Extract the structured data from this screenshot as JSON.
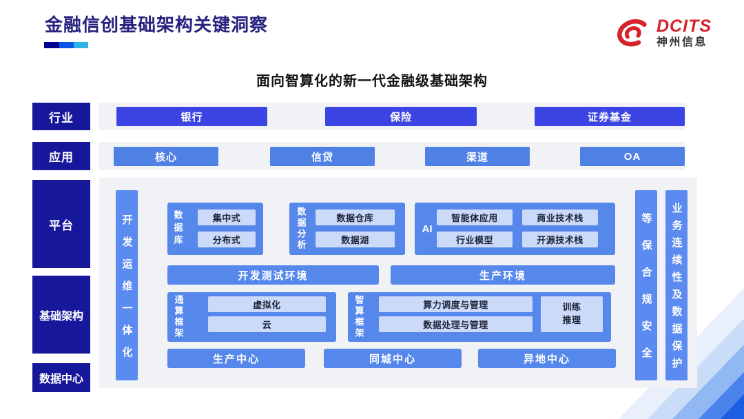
{
  "slide": {
    "title": "金融信创基础架构关键洞察",
    "subtitle": "面向智算化的新一代金融级基础架构"
  },
  "logo": {
    "brand": "DCITS",
    "company": "神州信息"
  },
  "bands": {
    "industry": {
      "label": "行业",
      "items": [
        "银行",
        "保险",
        "证券基金"
      ]
    },
    "application": {
      "label": "应用",
      "items": [
        "核心",
        "信贷",
        "渠道",
        "OA"
      ]
    },
    "platform_label": "平台",
    "infrastructure_label": "基础架构",
    "datacenter_label": "数据中心"
  },
  "diagram": {
    "devops_bar": "开发运维一体化",
    "compliance_bar": "等保合规安全",
    "continuity_bar": "业务连续性及数据保护",
    "database": {
      "label": "数据库",
      "items": [
        "集中式",
        "分布式"
      ]
    },
    "analytics": {
      "label": "数据分析",
      "items": [
        "数据仓库",
        "数据湖"
      ]
    },
    "ai": {
      "label": "AI",
      "items": [
        "智能体应用",
        "商业技术栈",
        "行业模型",
        "开源技术栈"
      ]
    },
    "environments": [
      "开发测试环境",
      "生产环境"
    ],
    "general_compute": {
      "label": "通算框架",
      "items": [
        "虚拟化",
        "云"
      ]
    },
    "intelligent_compute": {
      "label": "智算框架",
      "items": [
        "算力调度与管理",
        "数据处理与管理"
      ],
      "side_item": "训练推理"
    },
    "centers": [
      "生产中心",
      "同城中心",
      "异地中心"
    ]
  },
  "colors": {
    "navy": "#17179c",
    "indigo_button": "#3c45e3",
    "blue_button": "#4f80e4",
    "mid_blue": "#5687ea",
    "side_bar_blue": "#5b8bf0",
    "light_box": "#cbdaf8",
    "panel_gray": "#f1f2f5",
    "brand_red": "#d6232b",
    "title_navy": "#26227e"
  }
}
